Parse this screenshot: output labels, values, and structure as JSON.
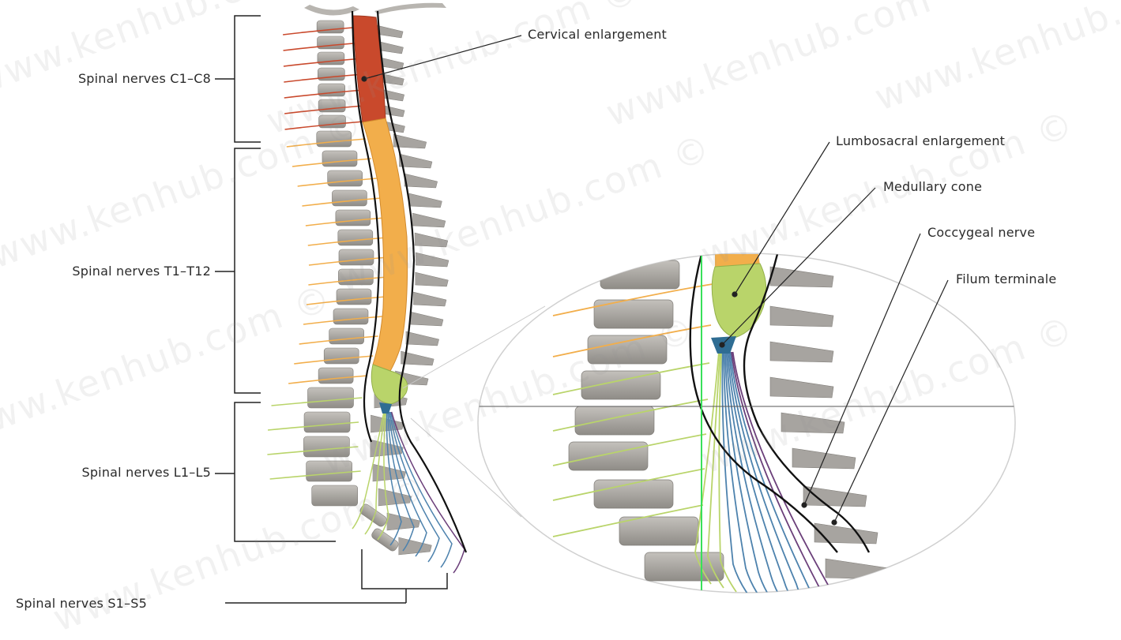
{
  "labels": {
    "cervical_enlargement": "Cervical enlargement",
    "lumbosacral_enlargement": "Lumbosacral enlargement",
    "medullary_cone": "Medullary cone",
    "coccygeal_nerve": "Coccygeal nerve",
    "filum_terminale": "Filum terminale",
    "spinal_nerves_c": "Spinal nerves C1–C8",
    "spinal_nerves_t": "Spinal nerves T1–T12",
    "spinal_nerves_l": "Spinal nerves L1–L5",
    "spinal_nerves_s": "Spinal nerves S1–S5"
  },
  "watermark": "www.kenhub.com ©",
  "colors": {
    "cervical": "#c9492c",
    "thoracic": "#f2ae4b",
    "lumbar": "#b9d46a",
    "cone": "#2f6d93",
    "cauda": "#4d82ad",
    "coccygeal": "#6b3f7a",
    "bone": "#a9a6a1",
    "green_line": "#38e05a"
  }
}
